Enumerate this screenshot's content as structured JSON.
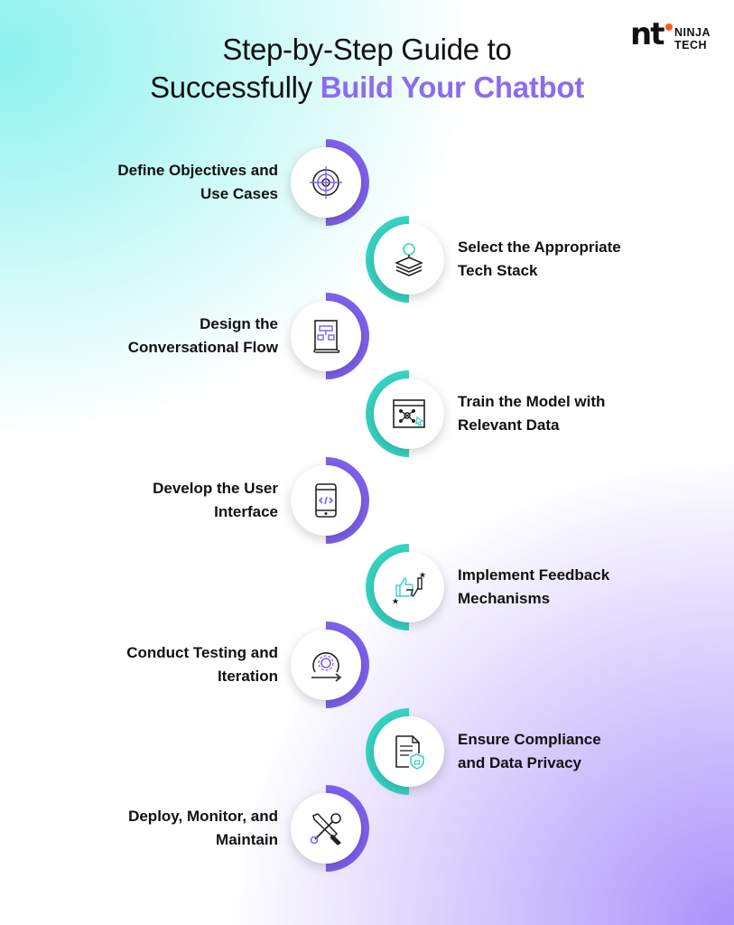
{
  "title": {
    "line1": "Step-by-Step Guide to",
    "line2_prefix": "Successfully",
    "line2_accent": "Build Your Chatbot"
  },
  "brand": {
    "mark": "nt",
    "line1": "NINJA",
    "line2": "TECH"
  },
  "colors": {
    "left_ring": "#7d60ec",
    "right_ring": "#36d3c3",
    "accent": "#8b6cf0",
    "logo_dot": "#ff5a1f"
  },
  "steps": [
    {
      "side": "left",
      "line1": "Define Objectives and",
      "line2": "Use Cases",
      "icon": "target-icon"
    },
    {
      "side": "right",
      "line1": "Select the Appropriate",
      "line2": "Tech Stack",
      "icon": "layers-bulb-icon"
    },
    {
      "side": "left",
      "line1": "Design the",
      "line2": "Conversational Flow",
      "icon": "flow-scroll-icon"
    },
    {
      "side": "right",
      "line1": "Train the Model with",
      "line2": "Relevant Data",
      "icon": "network-window-icon"
    },
    {
      "side": "left",
      "line1": "Develop the User",
      "line2": "Interface",
      "icon": "mobile-code-icon"
    },
    {
      "side": "right",
      "line1": "Implement Feedback",
      "line2": "Mechanisms",
      "icon": "thumbs-feedback-icon"
    },
    {
      "side": "left",
      "line1": "Conduct Testing and",
      "line2": "Iteration",
      "icon": "gear-cycle-icon"
    },
    {
      "side": "right",
      "line1": "Ensure Compliance",
      "line2": "and Data Privacy",
      "icon": "document-shield-icon"
    },
    {
      "side": "left",
      "line1": "Deploy, Monitor, and",
      "line2": "Maintain",
      "icon": "tools-icon"
    }
  ]
}
